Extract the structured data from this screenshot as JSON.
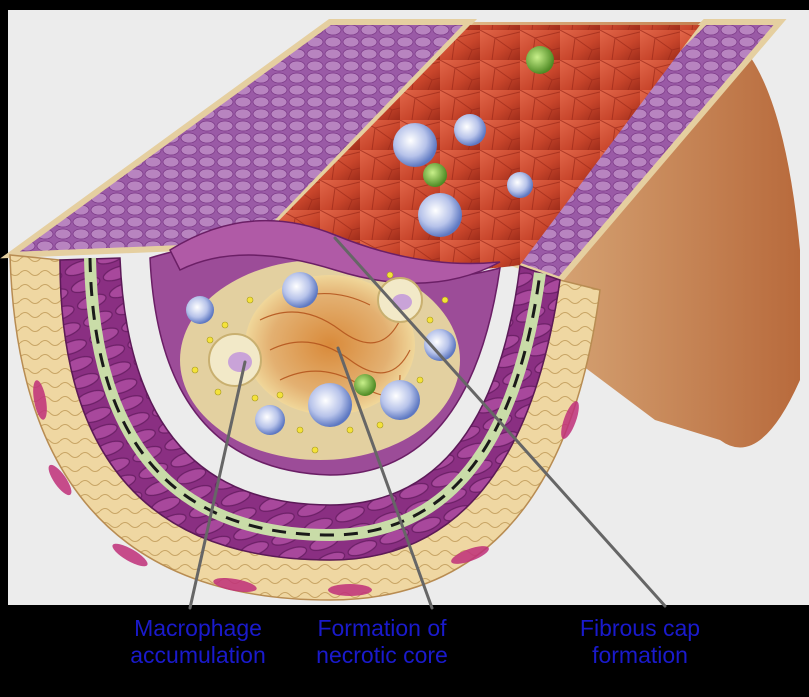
{
  "colors": {
    "background": "#000000",
    "panel": "#ececec",
    "label_text": "#1a1acc",
    "pointer_line": "#666666",
    "lumen": "#c8452b",
    "muscle": "#8a2f82",
    "adventitia": "#e8cf96",
    "elastic_band": "#c9dca8",
    "necrotic_core": "#d98a3a",
    "foam_cell": "#e5e5f0",
    "monocyte": "#6f8fd0",
    "lymphocyte": "#6faa3c"
  },
  "labels": {
    "macrophage": "Macrophage\naccumulation",
    "necrotic_core": "Formation of\nnecrotic core",
    "fibrous_cap": "Fibrous cap\nformation"
  },
  "icons": {
    "artery": "artery-cross-section-illustration"
  }
}
